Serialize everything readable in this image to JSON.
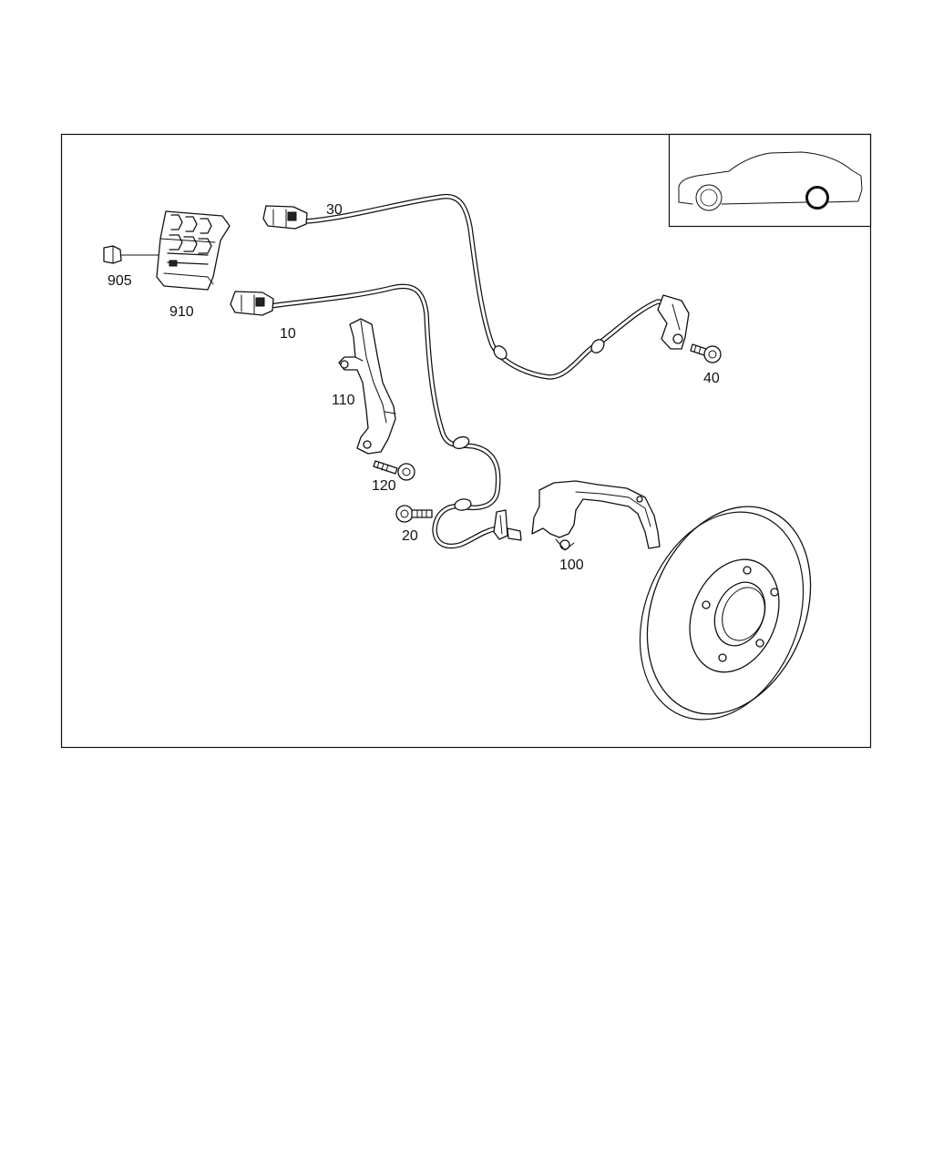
{
  "diagram": {
    "callouts": {
      "p905": "905",
      "p910": "910",
      "p30": "30",
      "p10": "10",
      "p40": "40",
      "p110": "110",
      "p120": "120",
      "p20": "20",
      "p100": "100"
    },
    "locator": {
      "highlighted_wheel": "rear"
    }
  }
}
